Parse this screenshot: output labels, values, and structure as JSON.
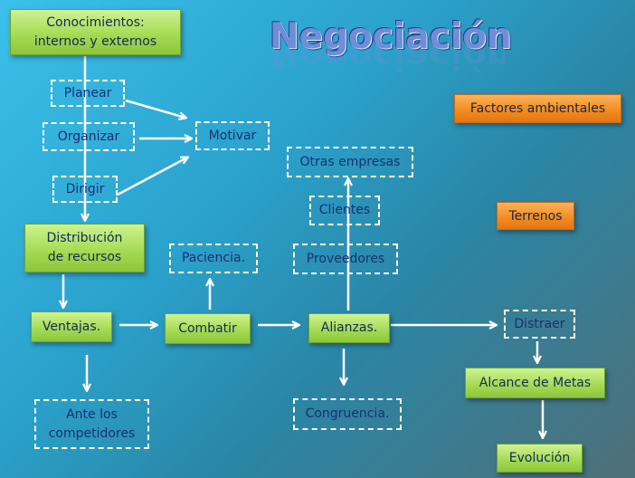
{
  "title": "Negociación",
  "boxes": {
    "conocimientos": "Conocimientos:\ninternos y externos",
    "planear": "Planear",
    "organizar": "Organizar",
    "dirigir": "Dirigir",
    "motivar": "Motivar",
    "distribucion": "Distribución\nde recursos",
    "ventajas": "Ventajas.",
    "ante": "Ante los\ncompetidores",
    "combatir": "Combatir",
    "paciencia": "Paciencia.",
    "alianzas": "Alianzas.",
    "proveedores": "Proveedores",
    "clientes": "Clientes",
    "otras": "Otras empresas",
    "congruencia": "Congruencia.",
    "distraer": "Distraer",
    "alcance": "Alcance de Metas",
    "evolucion": "Evolución",
    "factores": "Factores ambientales",
    "terrenos": "Terrenos"
  },
  "colors": {
    "green_box": "#a6dc55",
    "orange_box": "#f28a1f",
    "arrow": "#ffffff",
    "title": "#6e8ed8"
  }
}
